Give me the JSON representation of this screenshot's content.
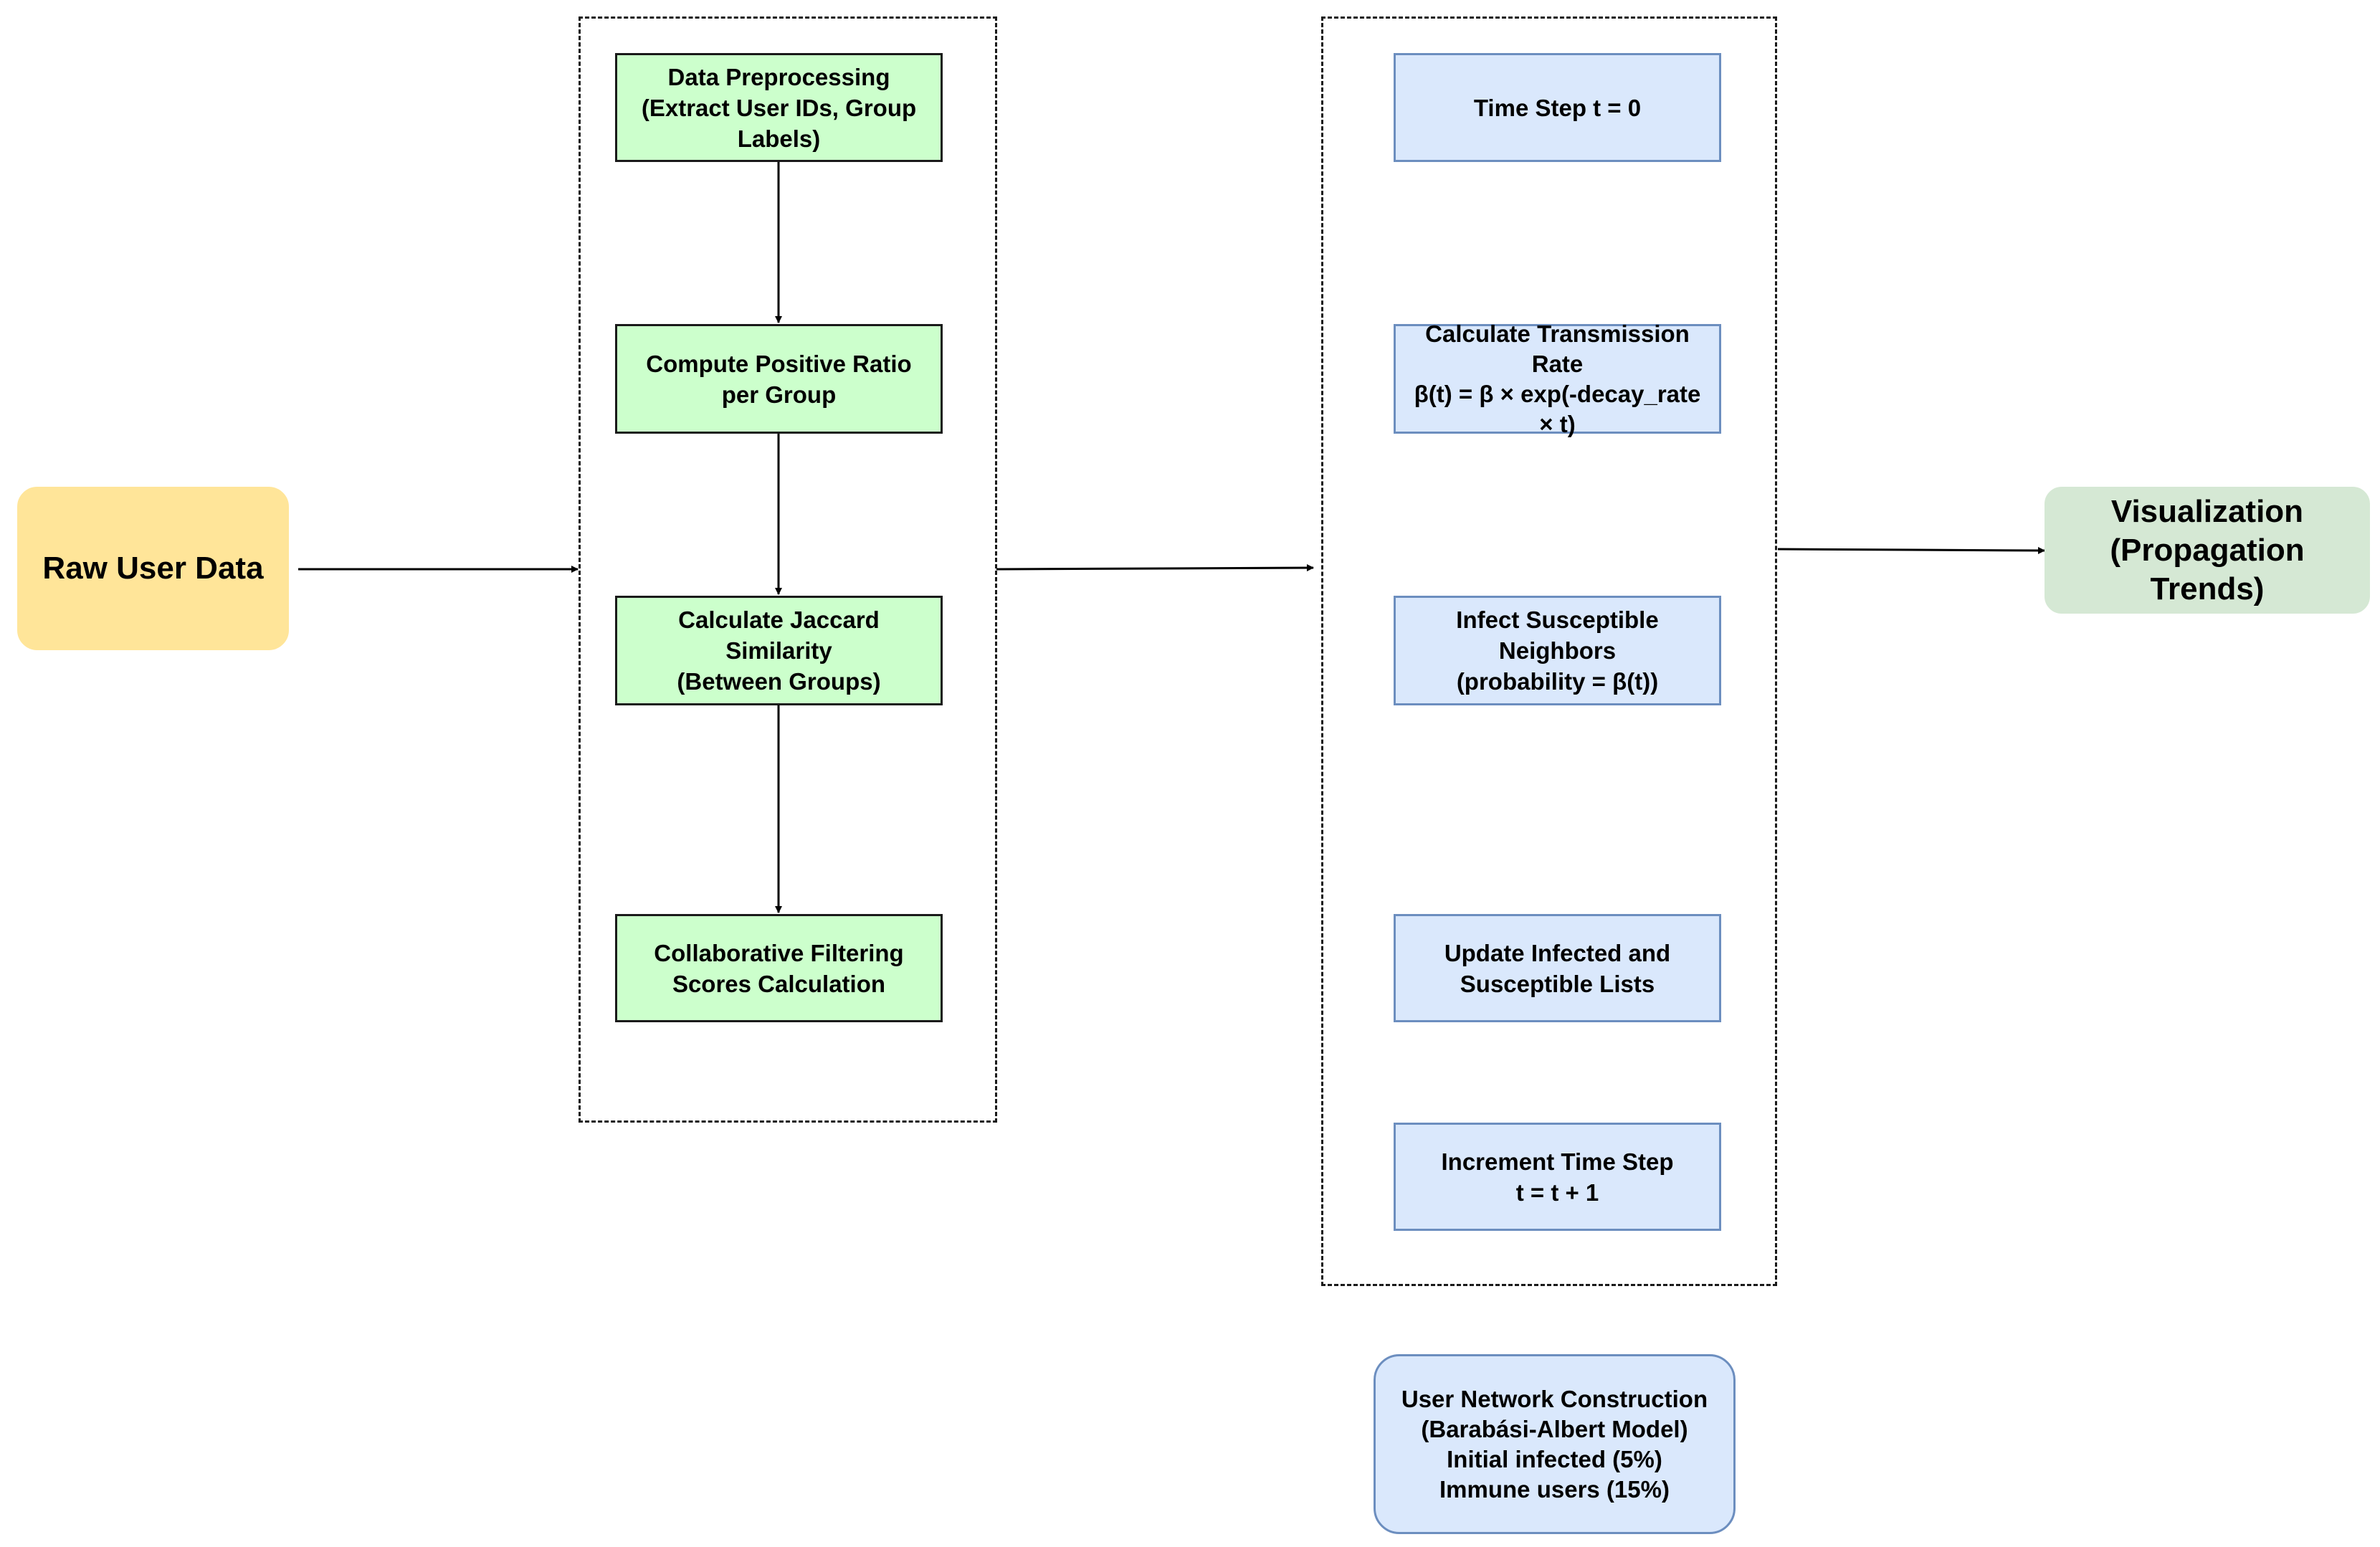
{
  "nodes": {
    "raw_user_data": "Raw User Data",
    "data_preprocessing": "Data Preprocessing\n(Extract User IDs, Group\nLabels)",
    "compute_positive_ratio": "Compute Positive Ratio\nper Group",
    "calculate_jaccard": "Calculate Jaccard\nSimilarity\n(Between Groups)",
    "collaborative_filtering": "Collaborative Filtering\nScores Calculation",
    "time_step": "Time Step t = 0",
    "transmission_rate": "Calculate Transmission\nRate\nβ(t) = β × exp(-decay_rate\n× t)",
    "infect_neighbors": "Infect Susceptible\nNeighbors\n(probability = β(t))",
    "update_lists": "Update Infected and\nSusceptible Lists",
    "increment_time": "Increment Time Step\nt = t + 1",
    "network_construction": "User Network Construction\n(Barabási-Albert Model)\nInitial infected (5%)\nImmune users (15%)",
    "visualization": "Visualization\n(Propagation\nTrends)"
  },
  "colors": {
    "preprocessing_fill": "#ccffcc",
    "simulation_fill": "#dae8fc",
    "simulation_stroke": "#6c8ebf",
    "raw_data_fill": "#ffe599",
    "visualization_fill": "#d5e8d4",
    "edge": "#000000"
  }
}
